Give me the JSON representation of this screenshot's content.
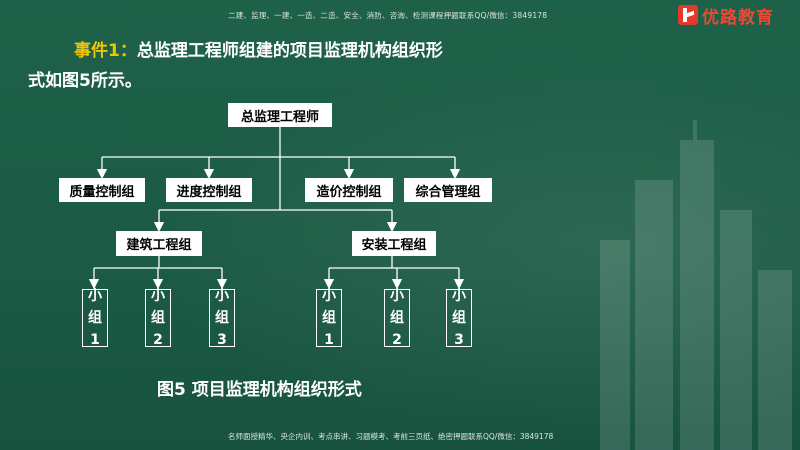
{
  "banner": {
    "top": "二建、监理、一建、一造、二造、安全、消防、咨询、检测课程押题联系QQ/微信：3849178",
    "bottom": "名师面授精华、央企内训、考点串讲、习题模考、考前三页纸、绝密押题联系QQ/微信：3849178"
  },
  "logo": {
    "text": "优路教育",
    "color": "#e84a34"
  },
  "heading": {
    "label": "事件1：",
    "text": "总监理工程师组建的项目监理机构组织形",
    "text2": "式如图5所示。"
  },
  "org": {
    "root": "总监理工程师",
    "level1": [
      "质量控制组",
      "进度控制组",
      "造价控制组",
      "综合管理组"
    ],
    "level2": [
      "建筑工程组",
      "安装工程组"
    ],
    "leaf_prefix_top": "小",
    "leaf_prefix_mid": "组",
    "leaves_left": [
      "1",
      "2",
      "3"
    ],
    "leaves_right": [
      "1",
      "2",
      "3"
    ]
  },
  "caption": "图5 项目监理机构组织形式",
  "colors": {
    "background": "#1c5d46",
    "accent": "#f2c500",
    "line": "#ffffff"
  }
}
